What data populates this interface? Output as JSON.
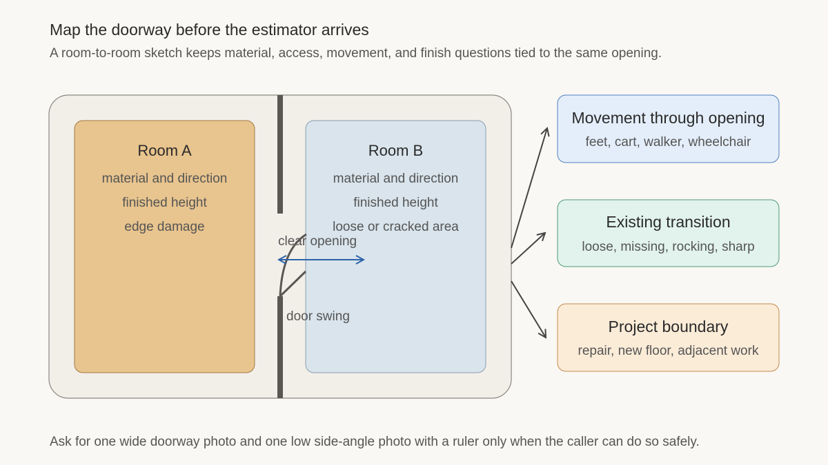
{
  "header": {
    "title": "Map the doorway before the estimator arrives",
    "subtitle": "A room-to-room sketch keeps material, access, movement, and finish questions tied to the same opening."
  },
  "room_a": {
    "title": "Room A",
    "lines": [
      "material and direction",
      "finished height",
      "edge damage"
    ]
  },
  "room_b": {
    "title": "Room B",
    "lines": [
      "material and direction",
      "finished height",
      "loose or cracked area"
    ]
  },
  "doorway": {
    "clear_opening_label": "clear opening",
    "door_swing_label": "door swing"
  },
  "outcomes": [
    {
      "title": "Movement through opening",
      "subtitle": "feet, cart, walker, wheelchair"
    },
    {
      "title": "Existing transition",
      "subtitle": "loose, missing, rocking, sharp"
    },
    {
      "title": "Project boundary",
      "subtitle": "repair, new floor, adjacent work"
    }
  ],
  "footer": {
    "note": "Ask for one wide doorway photo and one low side-angle photo with a ruler only when the caller can do so safely."
  },
  "colors": {
    "room_a_fill": "#e8c48e",
    "room_b_fill": "#d9e4ec",
    "arrow_blue": "#2b62a8",
    "box1_fill": "#e4eefa",
    "box2_fill": "#e1f3ec",
    "box3_fill": "#fbecd8"
  }
}
